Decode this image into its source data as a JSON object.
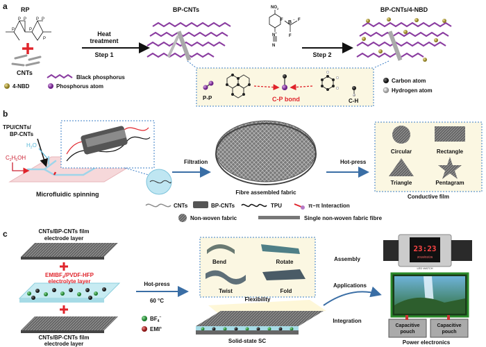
{
  "panel_a": {
    "label": "a",
    "rp": "RP",
    "cnts": "CNTs",
    "bp_cnts": "BP-CNTs",
    "bp_cnts_nbd": "BP-CNTs/4-NBD",
    "heat": "Heat",
    "treatment": "treatment",
    "step1": "Step 1",
    "step2": "Step 2",
    "no2": "NO",
    "no2_sub": "2",
    "n_plus": "N",
    "n_sup": "+",
    "n_triple": "N",
    "boron": "B",
    "f1": "F",
    "f2": "F",
    "f3": "F",
    "minus": "−",
    "p_atoms": [
      "P",
      "P",
      "P",
      "P",
      "P",
      "P",
      "P"
    ],
    "legend": {
      "bp": "Black phosphorus",
      "nbd": "4-NBD",
      "p_atom": "Phosphorus atom",
      "c_atom": "Carbon atom",
      "h_atom": "Hydrogen atom"
    },
    "bonds": {
      "pp": "P-P",
      "cp": "C-P bond",
      "ch": "C-H"
    }
  },
  "panel_b": {
    "label": "b",
    "tpu": "TPU/CNTs/",
    "tpu2": "BP-CNTs",
    "h2o": "H",
    "h2o_sub": "2",
    "h2o_end": "O",
    "ethanol": "C",
    "eth_sub1": "2",
    "eth_mid": "H",
    "eth_sub2": "5",
    "eth_end": "OH",
    "spinning": "Microfluidic spinning",
    "filtration": "Filtration",
    "hotpress": "Hot-press",
    "fabric": "Fibre assembled fabric",
    "conductive": "Conductive film",
    "shapes": [
      "Circular",
      "Rectangle",
      "Triangle",
      "Pentagram"
    ],
    "legend": {
      "cnts": "CNTs",
      "bpcnts": "BP-CNTs",
      "tpu": "TPU",
      "pi": "π–π Interaction",
      "nonwoven": "Non-woven fabric",
      "fibre": "Single non-woven fabric fibre"
    }
  },
  "panel_c": {
    "label": "c",
    "electrode_top1": "CNTs/BP-CNTs film",
    "electrode_top2": "electrode layer",
    "electrolyte1a": "EMIBF",
    "electrolyte1_sub": "4",
    "electrolyte1b": "/PVDF-HFP",
    "electrolyte2": "electrolyte layer",
    "electrode_bot1": "CNTs/BP-CNTs film",
    "electrode_bot2": "electrode layer",
    "hotpress": "Hot-press",
    "temp": "60 °C",
    "bf4": "BF",
    "bf4_sub": "4",
    "bf4_sup": "−",
    "emi": "EMI",
    "emi_sup": "+",
    "flex": [
      "Bend",
      "Rotate",
      "Twist",
      "Fold"
    ],
    "flexibility": "Flexibility",
    "solid_state": "Solid-state SC",
    "assembly": "Assembly",
    "applications": "Applications",
    "integration": "Integration",
    "power": "Power electronics",
    "watch_time": "23:23",
    "watch_date": "2018/02/26",
    "watch_brand": "LED WATCH",
    "pouch": [
      "Capacitive",
      "pouch",
      "Capacitive",
      "pouch"
    ]
  },
  "colors": {
    "purple": "#8a3ca0",
    "red": "#e0242b",
    "blue_dash": "#3a7dc6",
    "cyan": "#5ab8d8",
    "gray": "#8a8a8a",
    "green": "#3a9a4a"
  }
}
